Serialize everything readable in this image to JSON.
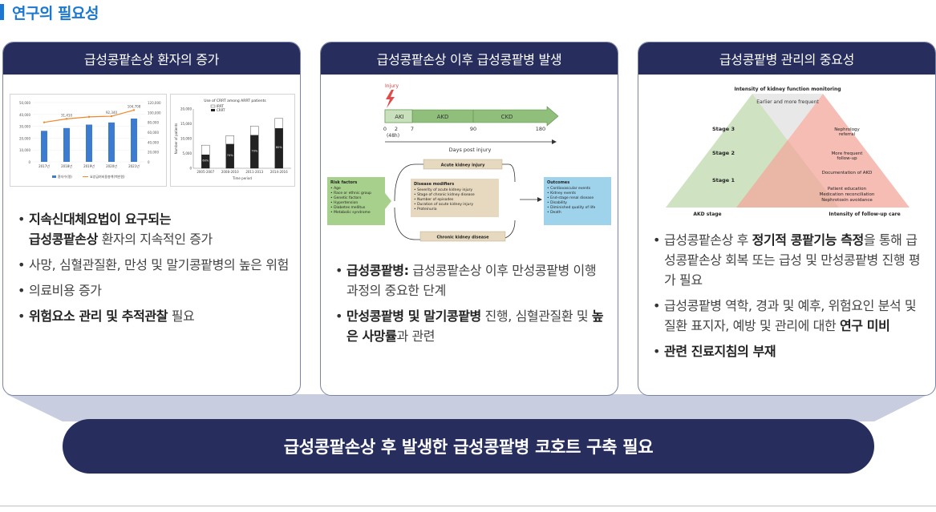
{
  "title": "연구의 필요성",
  "columns": [
    {
      "heading": "급성콩팥손상 환자의 증가",
      "bullets": [
        {
          "bold1": "지속신대체요법이 요구되는",
          "bold2": "급성콩팥손상",
          "rest": " 환자의 지속적인 증가"
        },
        {
          "text": "사망, 심혈관질환, 만성 및 말기콩팥병의 높은 위험"
        },
        {
          "text": "의료비용 증가"
        },
        {
          "bold1": "위험요소 관리 및 추적관찰",
          "rest": " 필요"
        }
      ]
    },
    {
      "heading": "급성콩팥손상 이후 급성콩팥병 발생",
      "bullets": [
        {
          "bold1": "급성콩팥병:",
          "rest": " 급성콩팥손상 이후 만성콩팥병 이행 과정의 중요한 단계"
        },
        {
          "bold1": "만성콩팥병 및 말기콩팥병",
          "rest": " 진행, 심혈관질환 및 ",
          "bold2": "높은 사망률",
          "rest2": "과 관련"
        }
      ]
    },
    {
      "heading": "급성콩팥병 관리의 중요성",
      "bullets": [
        {
          "pre": "급성콩팥손상 후 ",
          "bold1": "정기적 콩팥기능 측정",
          "rest": "을 통해 급성콩팥손상 회복 또는 급성 및 만성콩팥병 진행 평가 필요"
        },
        {
          "pre": "급성콩팥병 역학, 경과 및 예후, 위험요인 분석 및 질환 표지자, 예방 및 관리에 대한 ",
          "bold1": "연구 미비"
        },
        {
          "bold1": "관련 진료지침의 부재"
        }
      ]
    }
  ],
  "bottom_banner": "급성콩팥손상 후 발생한 급성콩팥병 코호트 구축 필요",
  "fig1": {
    "bar_chart": {
      "categories": [
        "2017년",
        "2018년",
        "2019년",
        "2020년",
        "2021년"
      ],
      "values": [
        26140,
        28520,
        31410,
        33210,
        36520
      ],
      "line_values": [
        80000,
        87000,
        91000,
        92340,
        104708
      ],
      "top_labels": [
        "",
        "",
        "",
        "92,340",
        "104,708"
      ],
      "mid_labels": [
        "",
        "31,410",
        "",
        "",
        ""
      ],
      "left_ticks": [
        "50,000",
        "40,000",
        "30,000",
        "20,000",
        "10,000",
        "0"
      ],
      "right_ticks": [
        "120,000",
        "100,000",
        "80,000",
        "60,000",
        "40,000",
        "20,000",
        "0"
      ],
      "legend_bar": "환자수(명)",
      "legend_line": "요양급여비용총액(백만원)"
    },
    "crrt_chart": {
      "title": "Use of CRRT among ARRT patients",
      "legend": [
        "IRRT",
        "CRRT"
      ],
      "categories": [
        "2005-2007",
        "2008-2010",
        "2011-2013",
        "2014-2016"
      ],
      "totals": [
        7800,
        11000,
        14200,
        16800
      ],
      "crrt": [
        4600,
        8200,
        11200,
        13500
      ],
      "pct": [
        "60%",
        "74%",
        "79%",
        "80%"
      ],
      "y_ticks": [
        "20,000",
        "15,000",
        "10,000",
        "5,000",
        "0"
      ],
      "ylabel": "Number of patients",
      "xlabel": "Time period"
    }
  },
  "fig2": {
    "injury": "Injury",
    "phases": [
      "AKI",
      "AKD",
      "CKD"
    ],
    "ticks": [
      "0",
      "2",
      "7",
      "90",
      "180"
    ],
    "tick_sub": "(48h)",
    "axis_label": "Days post injury",
    "risk_title": "Risk factors",
    "risk_items": [
      "• Age",
      "• Race or ethnic group",
      "• Genetic factors",
      "• Hypertension",
      "• Diabetes mellitus",
      "• Metabolic syndrome"
    ],
    "aki_box": "Acute kidney injury",
    "modifiers_title": "Disease modifiers",
    "modifiers": [
      "• Severity of acute kidney injury",
      "• Stage of chronic kidney disease",
      "• Number of episodes",
      "• Duration of acute kidney injury",
      "• Proteinuria"
    ],
    "ckd_box": "Chronic kidney disease",
    "outcomes_title": "Outcomes",
    "outcomes": [
      "• Cardiovascular events",
      "• Kidney events",
      "• End-stage renal disease",
      "• Disability",
      "• Diminished quality of life",
      "• Death"
    ]
  },
  "fig3": {
    "top_label": "Intensity of kidney function monitoring",
    "top_sub": "Earlier and more frequent",
    "stages": [
      "Stage 3",
      "Stage 2",
      "Stage 1"
    ],
    "right_items": [
      "Nephrology referral",
      "More frequent follow-up",
      "Documentation of AKD",
      "Patient education",
      "Medication reconciliation",
      "Nephrotoxin avoidance"
    ],
    "left_bottom": "AKD stage",
    "right_bottom": "Intensity of follow-up care"
  },
  "colors": {
    "navy": "#272e5e",
    "title_blue": "#1a78d2",
    "bar_blue": "#3b7bd0",
    "line_orange": "#f0872a",
    "green": "#8fbf7a",
    "salmon": "#f3a79c",
    "beige": "#e6d9bf"
  }
}
